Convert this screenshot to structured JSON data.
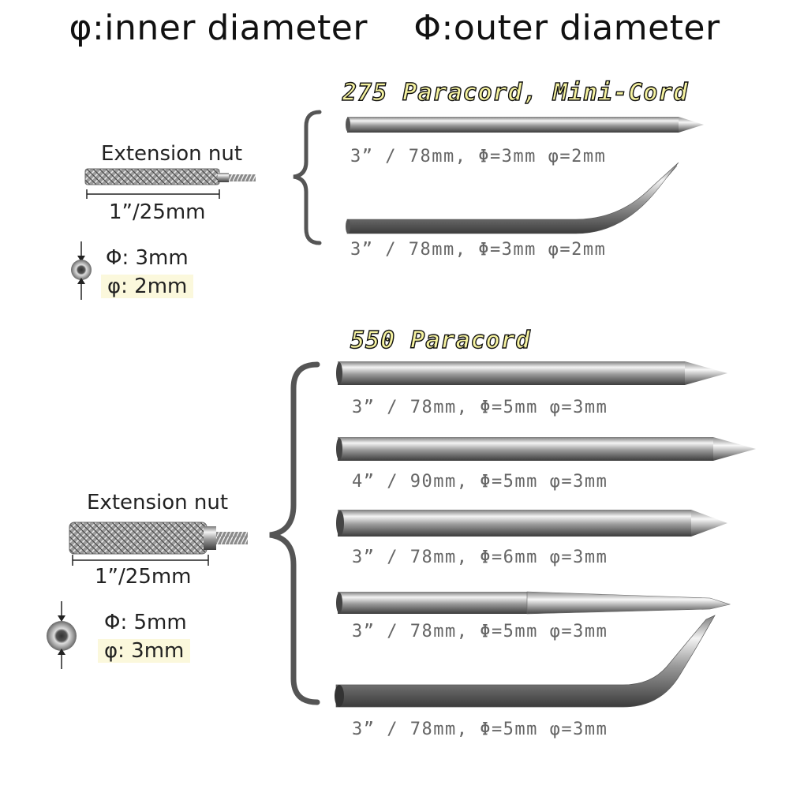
{
  "header": {
    "inner_label": "φ:inner diameter",
    "outer_label": "Φ:outer diameter"
  },
  "group1": {
    "title": "275 Paracord,   Mini-Cord",
    "nut": {
      "label": "Extension nut",
      "length": "1”/25mm",
      "outer": "Φ: 3mm",
      "inner": "φ: 2mm"
    },
    "needles": [
      {
        "type": "straight",
        "spec": "3” /  78mm,  Φ=3mm  φ=2mm"
      },
      {
        "type": "bent",
        "spec": "3” /  78mm,  Φ=3mm  φ=2mm"
      }
    ]
  },
  "group2": {
    "title": "550 Paracord",
    "nut": {
      "label": "Extension nut",
      "length": "1”/25mm",
      "outer": "Φ: 5mm",
      "inner": "φ: 3mm"
    },
    "needles": [
      {
        "type": "straight",
        "spec": "3” /  78mm,  Φ=5mm  φ=3mm"
      },
      {
        "type": "straight",
        "spec": "4” /  90mm,  Φ=5mm  φ=3mm"
      },
      {
        "type": "straight",
        "spec": "3” /  78mm,  Φ=6mm  φ=3mm"
      },
      {
        "type": "flat",
        "spec": "3” /  78mm,  Φ=5mm  φ=3mm"
      },
      {
        "type": "bent",
        "spec": "3” /  78mm,  Φ=5mm  φ=3mm"
      }
    ]
  }
}
